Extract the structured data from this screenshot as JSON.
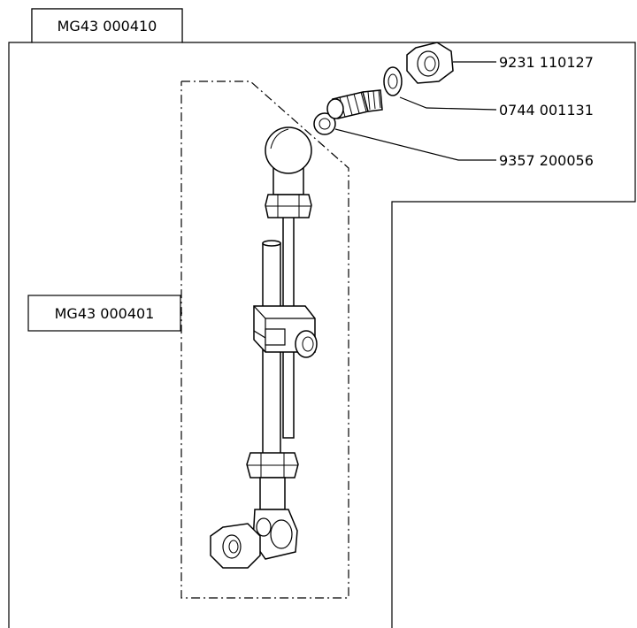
{
  "assembly": {
    "outer_label": "MG43 000410",
    "inner_label": "MG43 000401"
  },
  "parts": [
    {
      "id": "nut",
      "number": "9231 110127"
    },
    {
      "id": "washer",
      "number": "0744 001131"
    },
    {
      "id": "ring",
      "number": "9357 200056"
    }
  ],
  "colors": {
    "line": "#000000",
    "background": "#ffffff"
  }
}
